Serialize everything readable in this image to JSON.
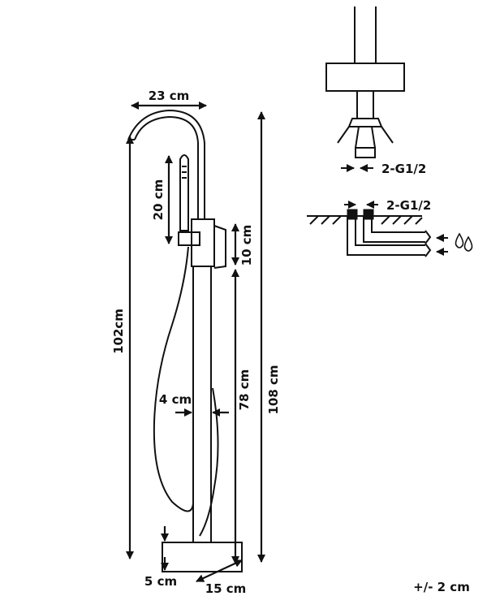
{
  "dimensions": {
    "spout_width": "23 cm",
    "total_height_to_spout": "102cm",
    "overall_height": "108 cm",
    "hand_shower_length": "20 cm",
    "mixer_body_height": "10 cm",
    "column_height": "78 cm",
    "column_width": "4 cm",
    "base_height": "5 cm",
    "base_width": "15 cm"
  },
  "connections": {
    "top_connector": "2-G1/2",
    "floor_connector": "2-G1/2"
  },
  "icons": {
    "water": "water-drops-icon"
  },
  "tolerance": "+/- 2 cm",
  "colors": {
    "line": "#111111",
    "background": "#ffffff"
  }
}
